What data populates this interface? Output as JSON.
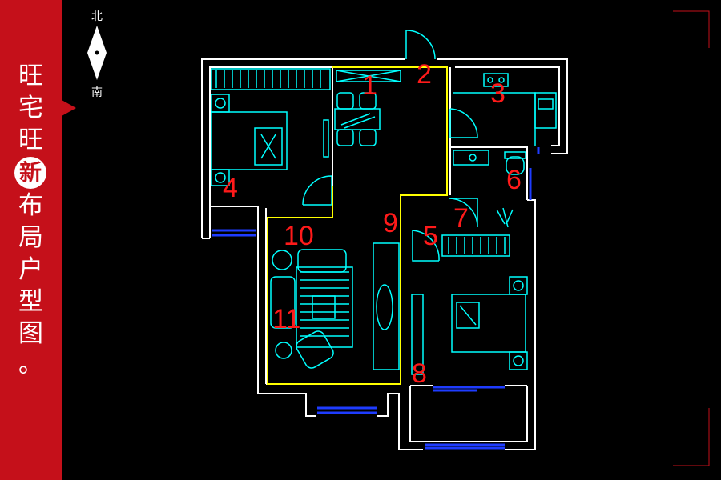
{
  "sidebar": {
    "chars": [
      "旺",
      "宅",
      "旺",
      "新",
      "布",
      "局",
      "户",
      "型",
      "图",
      "。"
    ],
    "highlight_index": 3,
    "color": "#c5101a"
  },
  "compass": {
    "north": "北",
    "south": "南"
  },
  "room_numbers": [
    "1",
    "2",
    "3",
    "4",
    "5",
    "6",
    "7",
    "8",
    "9",
    "10",
    "11"
  ],
  "colors": {
    "wall": "#ffffff",
    "furniture": "#00ffff",
    "zone": "#ffff00",
    "window": "#1e3cff",
    "label": "#ff1a1a",
    "frame": "#c5101a"
  }
}
